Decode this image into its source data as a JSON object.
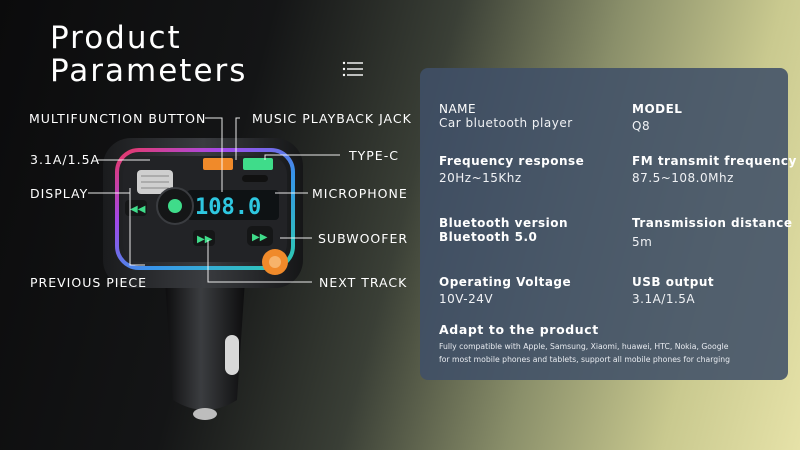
{
  "title": {
    "line1": "Product",
    "line2": "Parameters"
  },
  "menu_icon": "hamburger-menu-icon",
  "callouts": {
    "multifunction_button": "MULTIFUNCTION BUTTON",
    "music_playback_jack": "MUSIC PLAYBACK JACK",
    "current": "3.1A/1.5A",
    "type_c": "TYPE-C",
    "display": "DISPLAY",
    "microphone": "MICROPHONE",
    "subwoofer": "SUBWOOFER",
    "previous_piece": "PREVIOUS PIECE",
    "next_track": "NEXT TRACK"
  },
  "device": {
    "display_reading": "108.0"
  },
  "specs": {
    "name": {
      "label": "NAME",
      "value": "Car bluetooth player"
    },
    "model": {
      "label": "MODEL",
      "value": "Q8"
    },
    "frequency_response": {
      "label": "Frequency response",
      "value": "20Hz~15Khz"
    },
    "fm_frequency": {
      "label": "FM transmit frequency",
      "value": "87.5~108.0Mhz"
    },
    "bluetooth_version": {
      "label": "Bluetooth version",
      "value": "Bluetooth 5.0"
    },
    "transmission_distance": {
      "label": "Transmission distance",
      "value": "5m"
    },
    "operating_voltage": {
      "label": "Operating Voltage",
      "value": "10V-24V"
    },
    "usb_output": {
      "label": "USB output",
      "value": "3.1A/1.5A"
    }
  },
  "adapt": {
    "heading": "Adapt to the product",
    "line1": "Fully compatible with Apple, Samsung, Xiaomi, huawei, HTC, Nokia, Google",
    "line2": "for most mobile phones and tablets, support all mobile phones for charging"
  },
  "colors": {
    "panel": "#405068",
    "display_digits": "#2ec7e0",
    "accent_orange": "#f08a2a",
    "button_icon": "#3fdc8a"
  }
}
